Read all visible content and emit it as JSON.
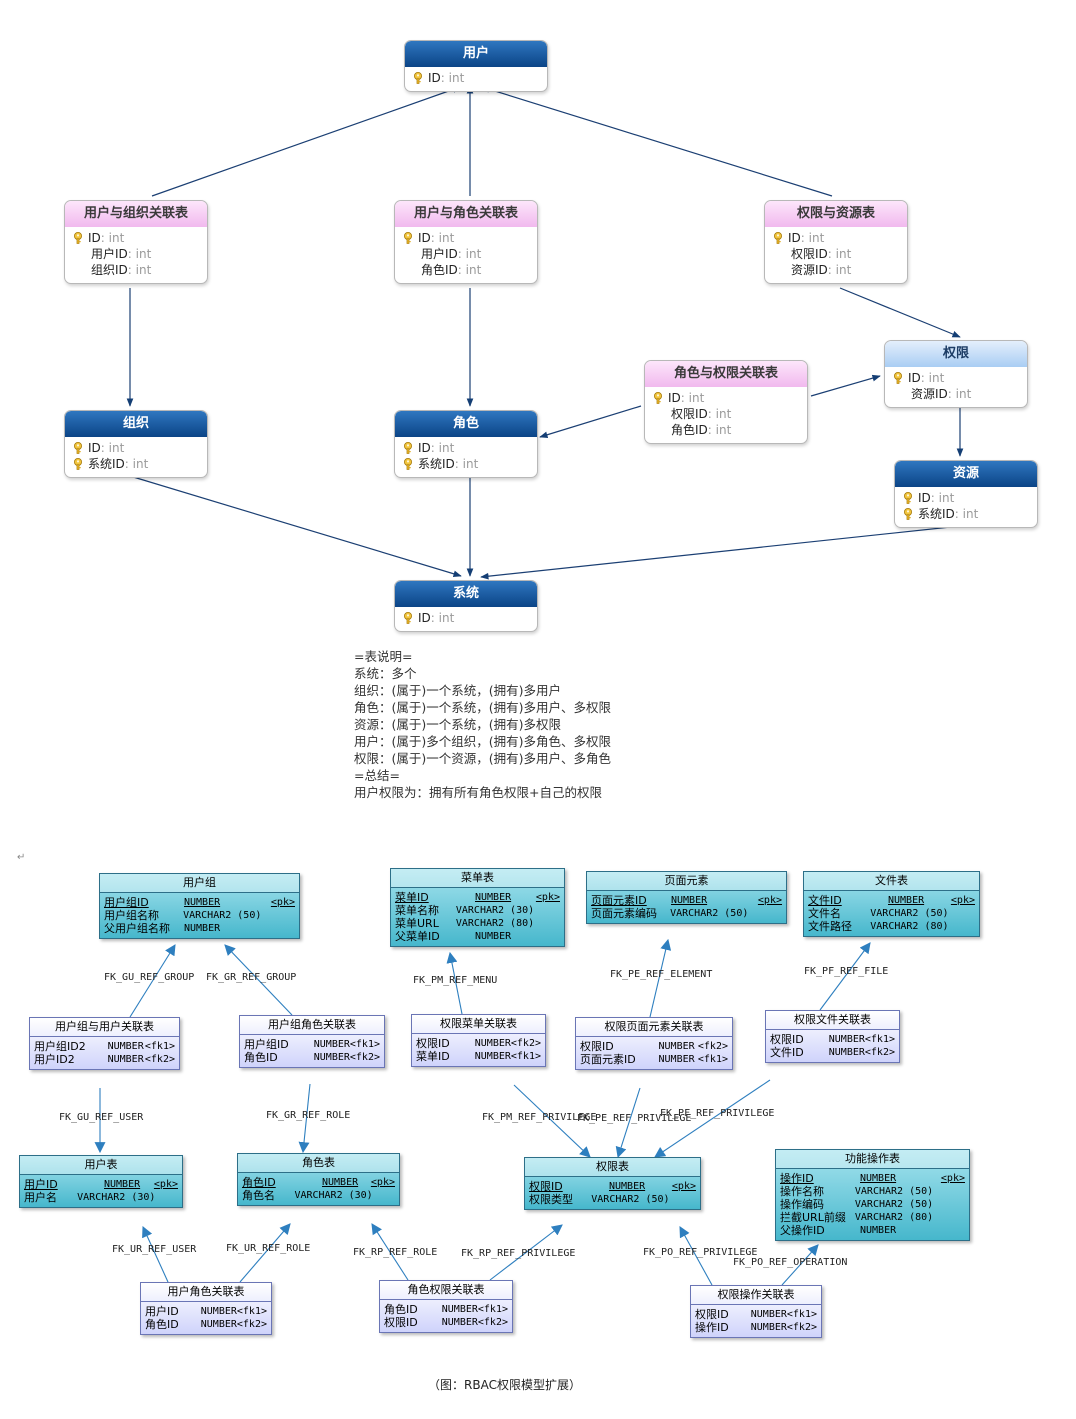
{
  "entities": {
    "user": {
      "title": "用户",
      "rows": [
        {
          "name": "ID",
          "type": "int",
          "key": true
        }
      ]
    },
    "user_org": {
      "title": "用户与组织关联表",
      "rows": [
        {
          "name": "ID",
          "type": "int",
          "key": true
        },
        {
          "name": "用户ID",
          "type": "int",
          "key": false
        },
        {
          "name": "组织ID",
          "type": "int",
          "key": false
        }
      ]
    },
    "user_role": {
      "title": "用户与角色关联表",
      "rows": [
        {
          "name": "ID",
          "type": "int",
          "key": true
        },
        {
          "name": "用户ID",
          "type": "int",
          "key": false
        },
        {
          "name": "角色ID",
          "type": "int",
          "key": false
        }
      ]
    },
    "perm_res": {
      "title": "权限与资源表",
      "rows": [
        {
          "name": "ID",
          "type": "int",
          "key": true
        },
        {
          "name": "权限ID",
          "type": "int",
          "key": false
        },
        {
          "name": "资源ID",
          "type": "int",
          "key": false
        }
      ]
    },
    "org": {
      "title": "组织",
      "rows": [
        {
          "name": "ID",
          "type": "int",
          "key": true
        },
        {
          "name": "系统ID",
          "type": "int",
          "key": true
        }
      ]
    },
    "role": {
      "title": "角色",
      "rows": [
        {
          "name": "ID",
          "type": "int",
          "key": true
        },
        {
          "name": "系统ID",
          "type": "int",
          "key": true
        }
      ]
    },
    "role_perm": {
      "title": "角色与权限关联表",
      "rows": [
        {
          "name": "ID",
          "type": "int",
          "key": true
        },
        {
          "name": "权限ID",
          "type": "int",
          "key": false
        },
        {
          "name": "角色ID",
          "type": "int",
          "key": false
        }
      ]
    },
    "perm": {
      "title": "权限",
      "rows": [
        {
          "name": "ID",
          "type": "int",
          "key": true
        },
        {
          "name": "资源ID",
          "type": "int",
          "key": false
        }
      ]
    },
    "resource": {
      "title": "资源",
      "rows": [
        {
          "name": "ID",
          "type": "int",
          "key": true
        },
        {
          "name": "系统ID",
          "type": "int",
          "key": true
        }
      ]
    },
    "system": {
      "title": "系统",
      "rows": [
        {
          "name": "ID",
          "type": "int",
          "key": true
        }
      ]
    }
  },
  "notes": [
    "=表说明=",
    "系统：多个",
    "组织：(属于)一个系统，(拥有)多用户",
    "角色：(属于)一个系统，(拥有)多用户、多权限",
    "资源：(属于)一个系统，(拥有)多权限",
    "用户：(属于)多个组织，(拥有)多角色、多权限",
    "权限：(属于)一个资源，(拥有)多用户、多角色",
    "=总结=",
    "用户权限为：拥有所有角色权限+自己的权限"
  ],
  "paragraph_mark": "↵",
  "tables": {
    "group": {
      "title": "用户组",
      "rows": [
        {
          "name": "用户组ID",
          "type": "NUMBER",
          "tag": "<pk>",
          "pk": true
        },
        {
          "name": "用户组名称",
          "type": "VARCHAR2 (50)",
          "tag": ""
        },
        {
          "name": "父用户组名称",
          "type": "NUMBER",
          "tag": ""
        }
      ]
    },
    "menu": {
      "title": "菜单表",
      "rows": [
        {
          "name": "菜单ID",
          "type": "NUMBER",
          "tag": "<pk>",
          "pk": true
        },
        {
          "name": "菜单名称",
          "type": "VARCHAR2 (30)",
          "tag": ""
        },
        {
          "name": "菜单URL",
          "type": "VARCHAR2 (80)",
          "tag": ""
        },
        {
          "name": "父菜单ID",
          "type": "NUMBER",
          "tag": ""
        }
      ]
    },
    "element": {
      "title": "页面元素",
      "rows": [
        {
          "name": "页面元素ID",
          "type": "NUMBER",
          "tag": "<pk>",
          "pk": true
        },
        {
          "name": "页面元素编码",
          "type": "VARCHAR2 (50)",
          "tag": ""
        }
      ]
    },
    "file": {
      "title": "文件表",
      "rows": [
        {
          "name": "文件ID",
          "type": "NUMBER",
          "tag": "<pk>",
          "pk": true
        },
        {
          "name": "文件名",
          "type": "VARCHAR2 (50)",
          "tag": ""
        },
        {
          "name": "文件路径",
          "type": "VARCHAR2 (80)",
          "tag": ""
        }
      ]
    },
    "group_user": {
      "title": "用户组与用户关联表",
      "rows": [
        {
          "name": "用户组ID2",
          "type": "NUMBER",
          "tag": "<fk1>"
        },
        {
          "name": "用户ID2",
          "type": "NUMBER",
          "tag": "<fk2>"
        }
      ]
    },
    "group_role": {
      "title": "用户组角色关联表",
      "rows": [
        {
          "name": "用户组ID",
          "type": "NUMBER",
          "tag": "<fk1>"
        },
        {
          "name": "角色ID",
          "type": "NUMBER",
          "tag": "<fk2>"
        }
      ]
    },
    "perm_menu": {
      "title": "权限菜单关联表",
      "rows": [
        {
          "name": "权限ID",
          "type": "NUMBER",
          "tag": "<fk2>"
        },
        {
          "name": "菜单ID",
          "type": "NUMBER",
          "tag": "<fk1>"
        }
      ]
    },
    "perm_element": {
      "title": "权限页面元素关联表",
      "rows": [
        {
          "name": "权限ID",
          "type": "NUMBER",
          "tag": "<fk2>"
        },
        {
          "name": "页面元素ID",
          "type": "NUMBER",
          "tag": "<fk1>"
        }
      ]
    },
    "perm_file": {
      "title": "权限文件关联表",
      "rows": [
        {
          "name": "权限ID",
          "type": "NUMBER",
          "tag": "<fk1>"
        },
        {
          "name": "文件ID",
          "type": "NUMBER",
          "tag": "<fk2>"
        }
      ]
    },
    "user": {
      "title": "用户表",
      "rows": [
        {
          "name": "用户ID",
          "type": "NUMBER",
          "tag": "<pk>",
          "pk": true
        },
        {
          "name": "用户名",
          "type": "VARCHAR2 (30)",
          "tag": ""
        }
      ]
    },
    "role": {
      "title": "角色表",
      "rows": [
        {
          "name": "角色ID",
          "type": "NUMBER",
          "tag": "<pk>",
          "pk": true
        },
        {
          "name": "角色名",
          "type": "VARCHAR2 (30)",
          "tag": ""
        }
      ]
    },
    "perm": {
      "title": "权限表",
      "rows": [
        {
          "name": "权限ID",
          "type": "NUMBER",
          "tag": "<pk>",
          "pk": true
        },
        {
          "name": "权限类型",
          "type": "VARCHAR2 (50)",
          "tag": ""
        }
      ]
    },
    "operation": {
      "title": "功能操作表",
      "rows": [
        {
          "name": "操作ID",
          "type": "NUMBER",
          "tag": "<pk>",
          "pk": true
        },
        {
          "name": "操作名称",
          "type": "VARCHAR2 (50)",
          "tag": ""
        },
        {
          "name": "操作编码",
          "type": "VARCHAR2 (50)",
          "tag": ""
        },
        {
          "name": "拦截URL前缀",
          "type": "VARCHAR2 (80)",
          "tag": ""
        },
        {
          "name": "父操作ID",
          "type": "NUMBER",
          "tag": ""
        }
      ]
    },
    "user_role": {
      "title": "用户角色关联表",
      "rows": [
        {
          "name": "用户ID",
          "type": "NUMBER",
          "tag": "<fk1>"
        },
        {
          "name": "角色ID",
          "type": "NUMBER",
          "tag": "<fk2>"
        }
      ]
    },
    "role_perm": {
      "title": "角色权限关联表",
      "rows": [
        {
          "name": "角色ID",
          "type": "NUMBER",
          "tag": "<fk1>"
        },
        {
          "name": "权限ID",
          "type": "NUMBER",
          "tag": "<fk2>"
        }
      ]
    },
    "perm_op": {
      "title": "权限操作关联表",
      "rows": [
        {
          "name": "权限ID",
          "type": "NUMBER",
          "tag": "<fk1>"
        },
        {
          "name": "操作ID",
          "type": "NUMBER",
          "tag": "<fk2>"
        }
      ]
    }
  },
  "fk_labels": {
    "gu_group": "FK_GU_REF_GROUP",
    "gr_group": "FK_GR_REF_GROUP",
    "pm_menu": "FK_PM_REF_MENU",
    "pe_element": "FK_PE_REF_ELEMENT",
    "pf_file": "FK_PF_REF_FILE",
    "gu_user": "FK_GU_REF_USER",
    "gr_role": "FK_GR_REF_ROLE",
    "pm_priv": "FK_PM_REF_PRIVILEGE",
    "pe_priv": "FK_PE_REF_PRIVILEGE",
    "pf_priv": "FK_PF_REF_PRIVILEGE",
    "ur_user": "FK_UR_REF_USER",
    "ur_role": "FK_UR_REF_ROLE",
    "rp_role": "FK_RP_REF_ROLE",
    "rp_priv": "FK_RP_REF_PRIVILEGE",
    "po_priv": "FK_PO_REF_PRIVILEGE",
    "po_op": "FK_PO_REF_OPERATION"
  },
  "caption": "（图：RBAC权限模型扩展）"
}
